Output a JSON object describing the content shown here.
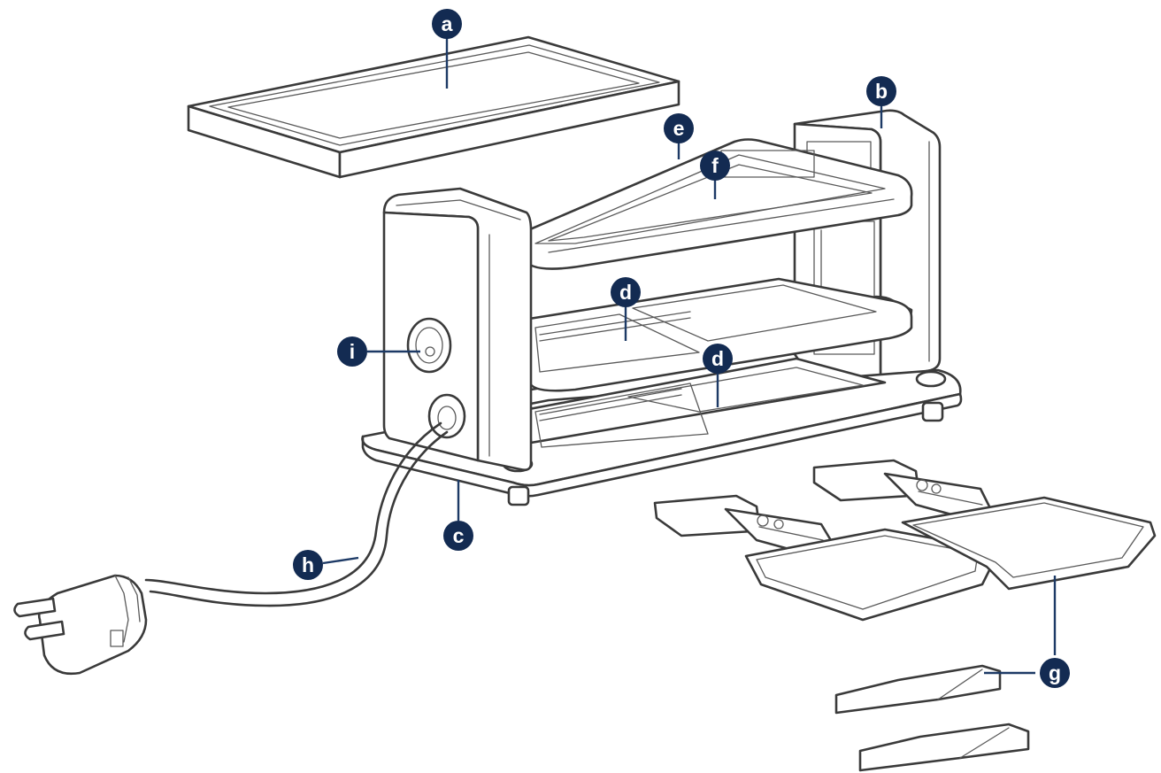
{
  "colors": {
    "callout": "#132b52",
    "leader": "#1d3a66",
    "line": "#3a3a3a"
  },
  "callouts": [
    {
      "id": "a",
      "label": "a"
    },
    {
      "id": "b",
      "label": "b"
    },
    {
      "id": "e",
      "label": "e"
    },
    {
      "id": "f",
      "label": "f"
    },
    {
      "id": "d1",
      "label": "d"
    },
    {
      "id": "d2",
      "label": "d"
    },
    {
      "id": "i",
      "label": "i"
    },
    {
      "id": "c",
      "label": "c"
    },
    {
      "id": "h",
      "label": "h"
    },
    {
      "id": "g",
      "label": "g"
    }
  ]
}
